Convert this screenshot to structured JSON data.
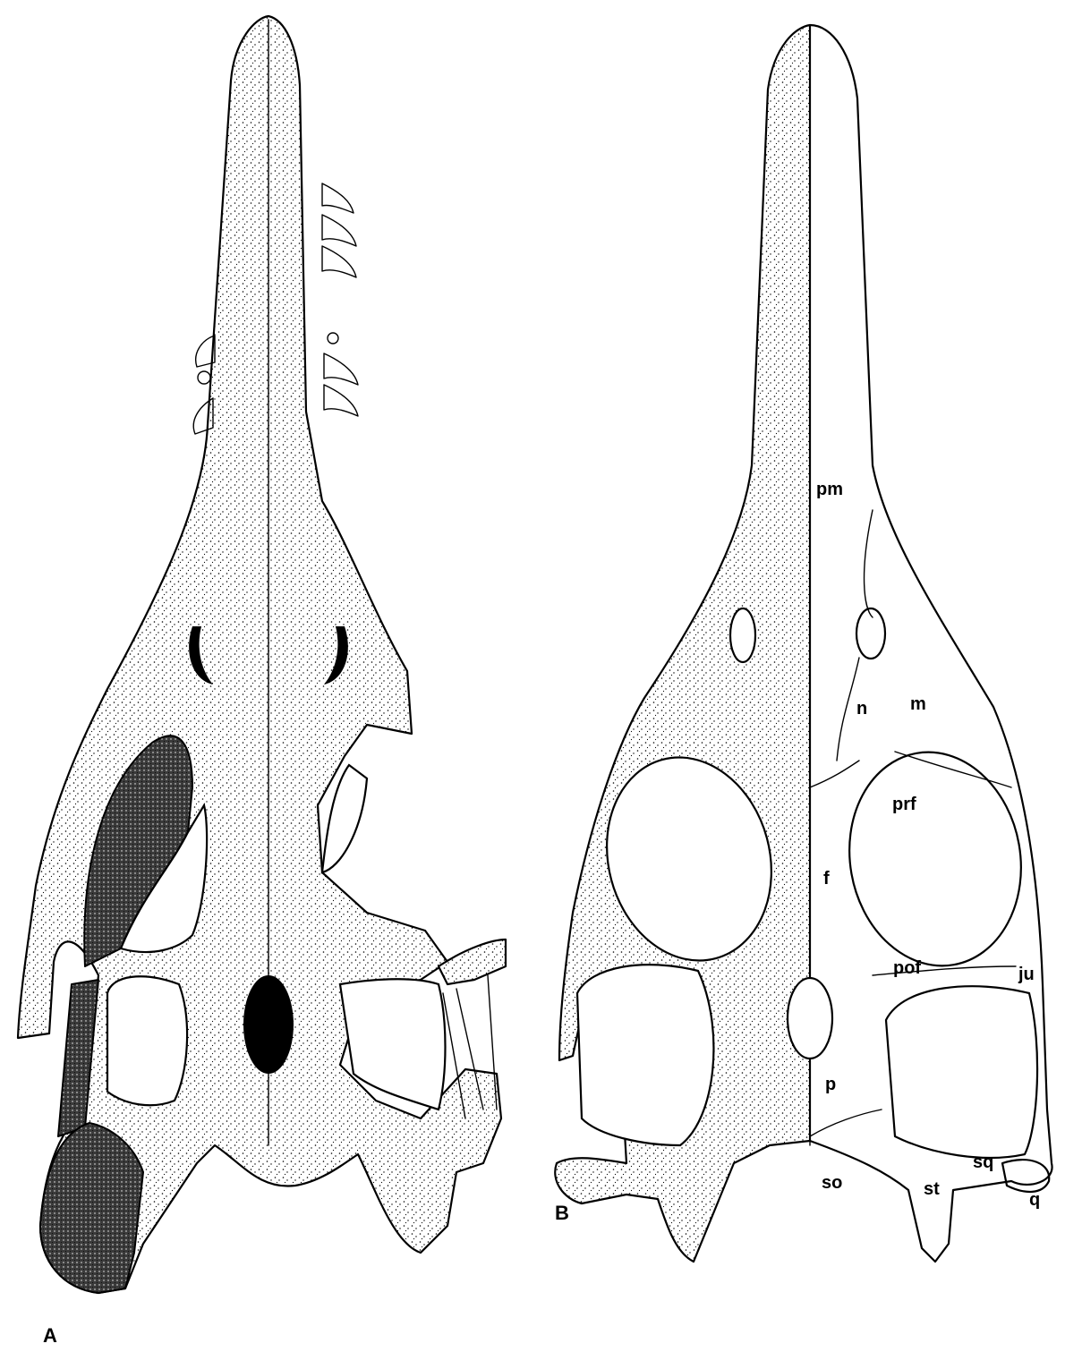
{
  "figure": {
    "panels": [
      {
        "letter": "A"
      },
      {
        "letter": "B"
      }
    ],
    "bone_labels": [
      {
        "text": "pm"
      },
      {
        "text": "n"
      },
      {
        "text": "m"
      },
      {
        "text": "prf"
      },
      {
        "text": "f"
      },
      {
        "text": "pof"
      },
      {
        "text": "ju"
      },
      {
        "text": "p"
      },
      {
        "text": "so"
      },
      {
        "text": "st"
      },
      {
        "text": "sq"
      },
      {
        "text": "q"
      }
    ]
  }
}
